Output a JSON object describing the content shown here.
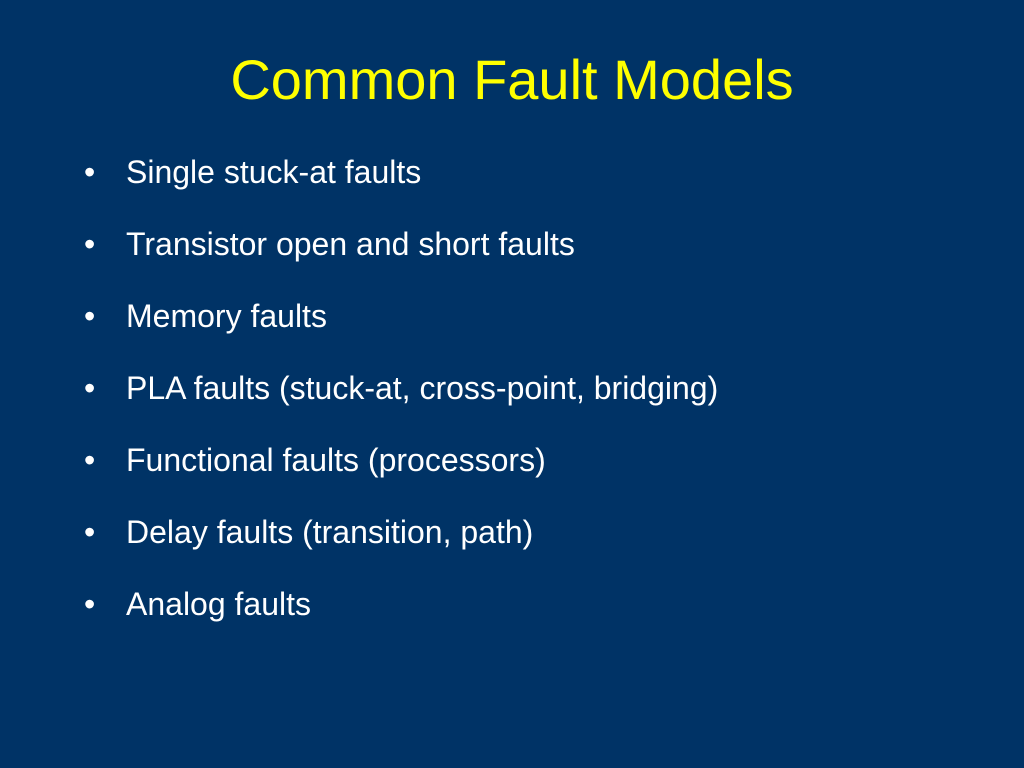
{
  "slide": {
    "title": "Common Fault Models",
    "bullet_symbol": "•",
    "bullets": [
      "Single stuck-at faults",
      "Transistor open and short faults",
      "Memory faults",
      "PLA faults (stuck-at, cross-point, bridging)",
      "Functional faults (processors)",
      "Delay faults (transition, path)",
      "Analog faults"
    ]
  },
  "colors": {
    "background": "#003366",
    "title": "#ffff00",
    "body_text": "#ffffff"
  }
}
